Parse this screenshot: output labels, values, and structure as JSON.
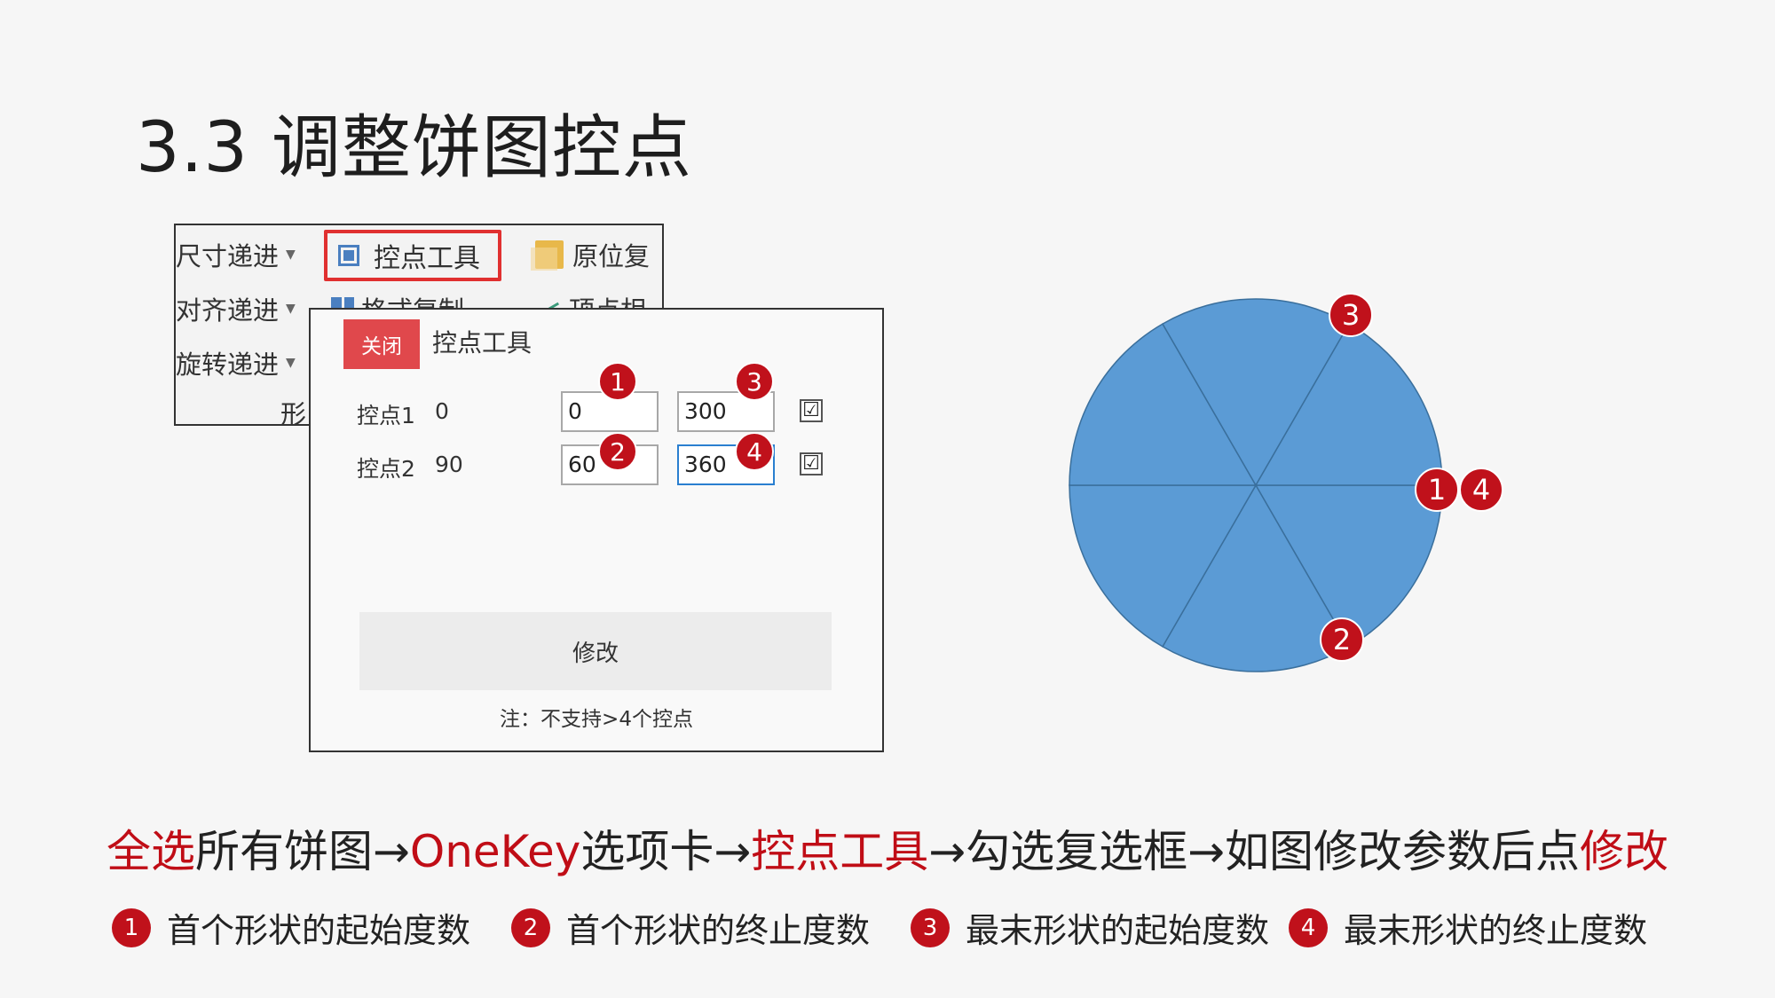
{
  "slide": {
    "title": "3.3 调整饼图控点"
  },
  "ribbon": {
    "size_step": "尺寸递进",
    "align_step": "对齐递进",
    "rotate_step": "旋转递进",
    "group_label": "形",
    "handle_tool": "控点工具",
    "restore": "原位复",
    "format_copy": "格式复制",
    "vertex": "顶点相"
  },
  "dialog": {
    "close_label": "关闭",
    "title": "控点工具",
    "rows": [
      {
        "label": "控点1",
        "value": "0",
        "start": "0",
        "end": "300",
        "checked": "☑"
      },
      {
        "label": "控点2",
        "value": "90",
        "start": "60",
        "end": "360",
        "checked": "☑"
      }
    ],
    "modify_label": "修改",
    "note": "注：不支持>4个控点"
  },
  "markers": {
    "m1": "1",
    "m2": "2",
    "m3": "3",
    "m4": "4"
  },
  "pie": {
    "fill": "#5b9bd5",
    "stroke": "#3a6f9c",
    "slices": 6
  },
  "instruction": {
    "p1": "全选",
    "p2": "所有饼图→",
    "p3": "OneKey",
    "p4": "选项卡→",
    "p5": "控点工具",
    "p6": "→勾选复选框→如图修改参数后点",
    "p7": "修改"
  },
  "legend": [
    {
      "num": "1",
      "text": "首个形状的起始度数"
    },
    {
      "num": "2",
      "text": "首个形状的终止度数"
    },
    {
      "num": "3",
      "text": "最末形状的起始度数"
    },
    {
      "num": "4",
      "text": "最末形状的终止度数"
    }
  ],
  "colors": {
    "accent_red": "#c0111b",
    "close_red": "#e0484c",
    "pie_blue": "#5b9bd5"
  }
}
